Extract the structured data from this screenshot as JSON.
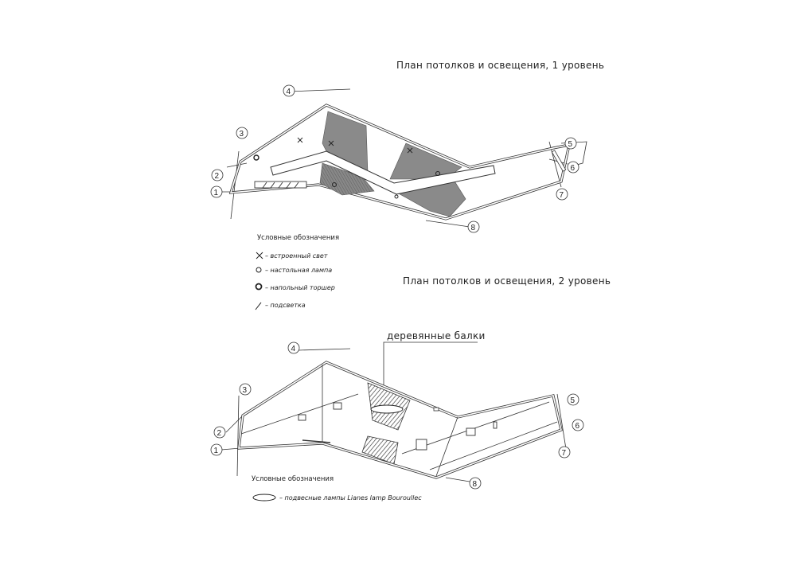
{
  "level1": {
    "title": "План потолков и освещения, 1 уровень",
    "legend_title": "Условные обозначения",
    "legend": [
      {
        "icon": "recessed-light-icon",
        "label": "– встроенный свет"
      },
      {
        "icon": "table-lamp-icon",
        "label": "– настольная лампа"
      },
      {
        "icon": "floor-lamp-icon",
        "label": "– напольный торшер"
      },
      {
        "icon": "backlight-icon",
        "label": "– подсветка"
      }
    ],
    "axes": [
      "1",
      "2",
      "3",
      "4",
      "5",
      "6",
      "7",
      "8"
    ]
  },
  "level2": {
    "title": "План потолков и освещения, 2 уровень",
    "beams_label": "деревянные балки",
    "legend_title": "Условные обозначения",
    "legend": [
      {
        "icon": "pendant-lamp-icon",
        "label": "– подвесные лампы Lianes lamp Bouroullec"
      }
    ],
    "axes": [
      "1",
      "2",
      "3",
      "4",
      "5",
      "6",
      "7",
      "8"
    ]
  }
}
